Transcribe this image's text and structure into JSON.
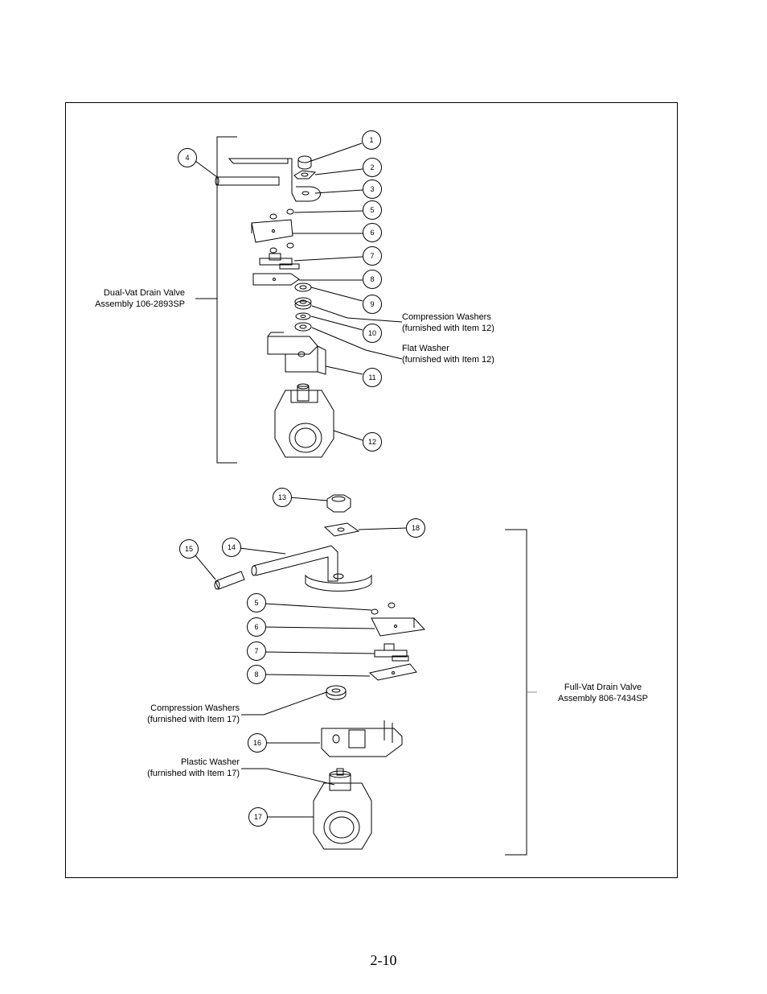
{
  "page_number": "2-10",
  "assemblies": {
    "dual_vat": {
      "line1": "Dual-Vat Drain Valve",
      "line2": "Assembly 106-2893SP"
    },
    "full_vat": {
      "line1": "Full-Vat Drain Valve",
      "line2": "Assembly 806-7434SP"
    }
  },
  "notes": {
    "top_compression": {
      "line1": "Compression Washers",
      "line2": "(furnished with Item 12)"
    },
    "top_flat": {
      "line1": "Flat Washer",
      "line2": "(furnished with Item 12)"
    },
    "bottom_compression": {
      "line1": "Compression Washers",
      "line2": "(furnished with Item 17)"
    },
    "bottom_plastic": {
      "line1": "Plastic Washer",
      "line2": "(furnished with Item 17)"
    }
  },
  "callouts": {
    "top": [
      "1",
      "2",
      "3",
      "4",
      "5",
      "6",
      "7",
      "8",
      "9",
      "10",
      "11",
      "12"
    ],
    "bottom": [
      "13",
      "18",
      "15",
      "14",
      "5",
      "6",
      "7",
      "8",
      "16",
      "17"
    ]
  }
}
